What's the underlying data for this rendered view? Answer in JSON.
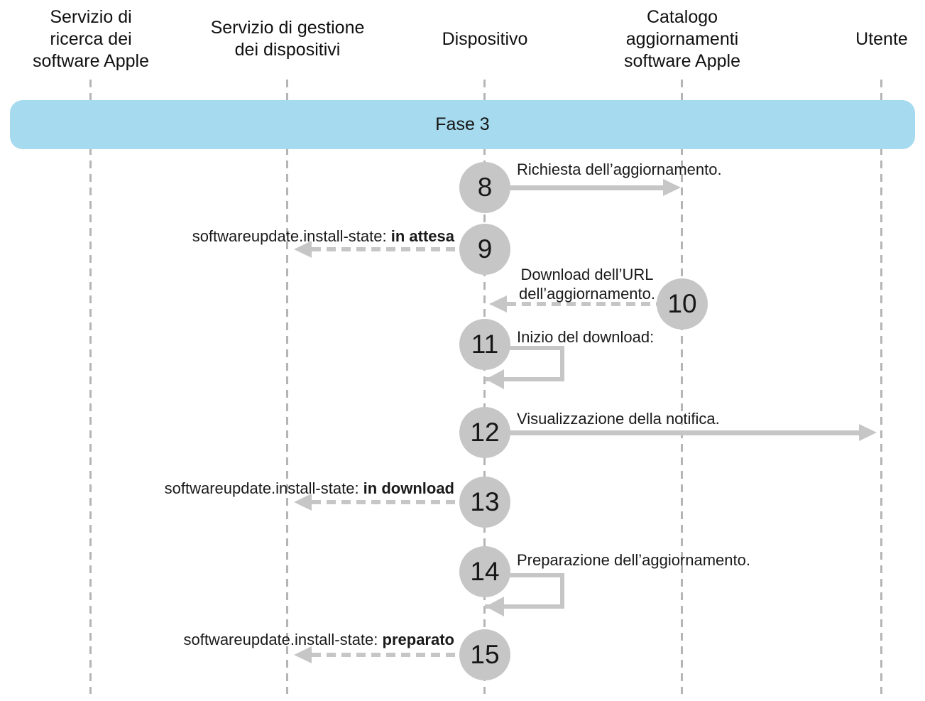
{
  "diagram": {
    "banner": {
      "label": "Fase 3",
      "color": "#a5daef"
    },
    "actors": [
      {
        "name": "Servizio di\nricerca dei\nsoftware Apple"
      },
      {
        "name": "Servizio di gestione\ndei dispositivi"
      },
      {
        "name": "Dispositivo"
      },
      {
        "name": "Catalogo\naggiornamenti\nsoftware Apple"
      },
      {
        "name": "Utente"
      }
    ],
    "steps": [
      {
        "num": "8",
        "label": "Richiesta dell’aggiornamento."
      },
      {
        "num": "9",
        "label_prefix": "softwareupdate.install-state: ",
        "label_bold": "in attesa"
      },
      {
        "num": "10",
        "label": "Download dell’URL\ndell’aggiornamento."
      },
      {
        "num": "11",
        "label": "Inizio del download:"
      },
      {
        "num": "12",
        "label": "Visualizzazione della notifica."
      },
      {
        "num": "13",
        "label_prefix": "softwareupdate.install-state: ",
        "label_bold": "in download"
      },
      {
        "num": "14",
        "label": "Preparazione dell’aggiornamento."
      },
      {
        "num": "15",
        "label_prefix": "softwareupdate.install-state: ",
        "label_bold": "preparato"
      }
    ],
    "colors": {
      "banner_blue": "#a5daef",
      "circle_gray": "#c6c6c6",
      "arrow_gray": "#c6c6c6",
      "lifeline_gray": "#b5b5b5",
      "text": "#1a1a1a"
    }
  }
}
